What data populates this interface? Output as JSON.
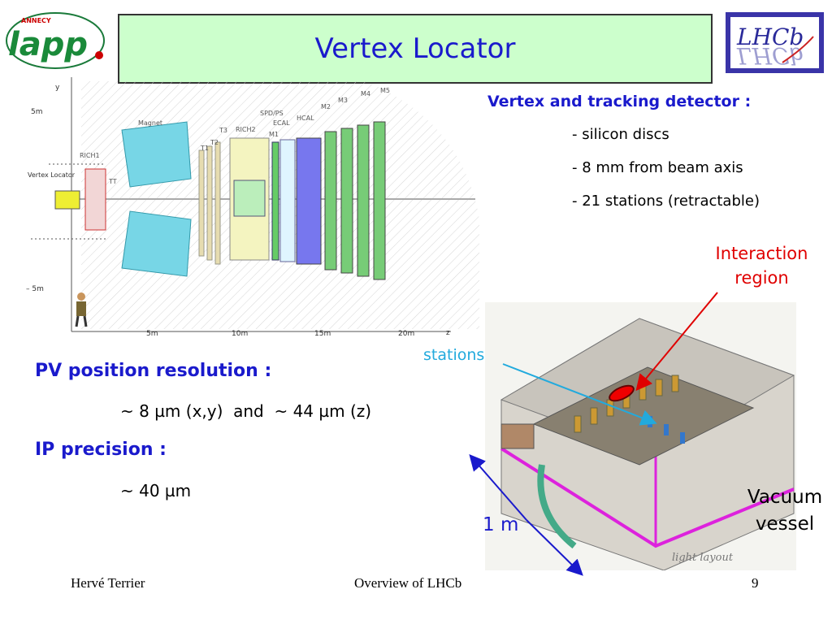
{
  "title": "Vertex Locator",
  "logos": {
    "left": {
      "name": "lapp-logo",
      "text": "lapp",
      "subtext": "ANNECY"
    },
    "right": {
      "name": "lhcb-logo",
      "text": "LHCb"
    }
  },
  "detector_diagram": {
    "y_axis_label": "y",
    "z_axis_label": "z",
    "y_ticks": [
      "5m",
      "– 5m"
    ],
    "z_ticks": [
      "5m",
      "10m",
      "15m",
      "20m"
    ],
    "labels": [
      "Vertex Locator",
      "RICH1",
      "TT",
      "Magnet",
      "T1",
      "T2",
      "T3",
      "RICH2",
      "SPD/PS",
      "ECAL",
      "HCAL",
      "M1",
      "M2",
      "M3",
      "M4",
      "M5"
    ]
  },
  "vertex_tracking": {
    "heading": "Vertex and tracking detector :",
    "items": [
      "- silicon discs",
      "- 8 mm from beam axis",
      "- 21 stations (retractable)"
    ]
  },
  "annotations": {
    "interaction_region": [
      "Interaction",
      "region"
    ],
    "stations": "stations",
    "one_meter": "1 m",
    "vacuum_vessel": [
      "Vacuum",
      "vessel"
    ],
    "credit": "light layout"
  },
  "pv_resolution": {
    "label": "PV position resolution  :",
    "value": "~ 8 µm (x,y)  and  ~ 44 µm (z)"
  },
  "ip_precision": {
    "label": "IP precision  :",
    "value": "~ 40 µm"
  },
  "footer": {
    "author": "Hervé Terrier",
    "talk": "Overview of LHCb",
    "page": "9"
  },
  "colors": {
    "title_bg": "#ccffcc",
    "title_text": "#1a1acc",
    "highlight_red": "#e00000",
    "stations_blue": "#22aadd"
  }
}
